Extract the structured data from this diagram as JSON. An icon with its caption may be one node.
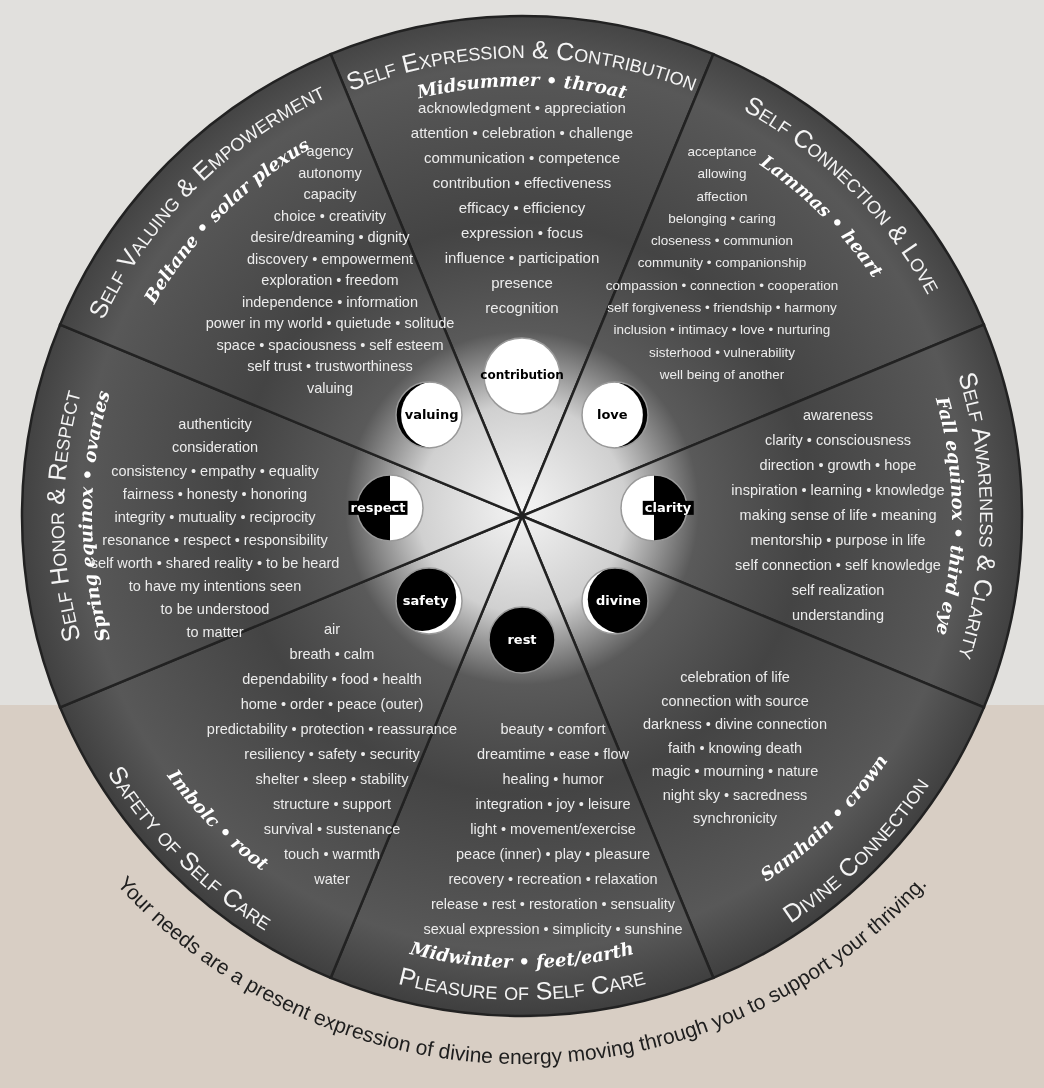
{
  "diagram": {
    "caption": "Your needs are a present expression of divine energy moving through you to support your thriving.",
    "nodes": [
      {
        "text": [
          "Self Expression & Contribution",
          "Midsummer • throat",
          "acknowledgment • appreciation",
          "attention • celebration • challenge",
          "communication • competence",
          "contribution • effectiveness",
          "efficacy • efficiency",
          "expression • focus",
          "influence • participation",
          "presence",
          "recognition"
        ]
      },
      {
        "text": [
          "Self Connection & Love",
          "Lammas • heart",
          "acceptance",
          "allowing",
          "affection",
          "belonging • caring",
          "closeness • communion",
          "community • companionship",
          "compassion • connection • cooperation",
          "self forgiveness • friendship • harmony",
          "inclusion • intimacy • love • nurturing",
          "sisterhood • vulnerability",
          "well being of another"
        ]
      },
      {
        "text": [
          "Self Awareness & Clarity",
          "Fall equinox • third eye",
          "awareness",
          "clarity • consciousness",
          "direction • growth • hope",
          "inspiration • learning • knowledge",
          "making sense of life • meaning",
          "mentorship • purpose in life",
          "self connection • self knowledge",
          "self realization",
          "understanding"
        ]
      },
      {
        "text": [
          "Divine Connection",
          "Samhain • crown",
          "celebration of life",
          "connection with source",
          "darkness • divine connection",
          "faith • knowing death",
          "magic • mourning • nature",
          "night sky • sacredness",
          "synchronicity"
        ]
      },
      {
        "text": [
          "Pleasure of Self Care",
          "Midwinter • feet/earth",
          "beauty • comfort",
          "dreamtime • ease • flow",
          "healing • humor",
          "integration • joy • leisure",
          "light • movement/exercise",
          "peace (inner) • play • pleasure",
          "recovery • recreation • relaxation",
          "release • rest • restoration • sensuality",
          "sexual expression • simplicity • sunshine"
        ]
      },
      {
        "text": [
          "Safety of Self Care",
          "Imbolc • root",
          "air",
          "breath • calm",
          "dependability • food • health",
          "home • order • peace (outer)",
          "predictability • protection • reassurance",
          "resiliency • safety • security",
          "shelter • sleep • stability",
          "structure • support",
          "survival • sustenance",
          "touch • warmth",
          "water"
        ]
      },
      {
        "text": [
          "Self Honor & Respect",
          "Spring equinox • ovaries",
          "authenticity",
          "consideration",
          "consistency • empathy • equality",
          "fairness • honesty • honoring",
          "integrity • mutuality • reciprocity",
          "resonance • respect • responsibility",
          "self worth • shared reality • to be heard",
          "to have my intentions seen",
          "to be understood",
          "to matter"
        ]
      },
      {
        "text": [
          "Self Valuing & Empowerment",
          "Beltane • solar plexus",
          "agency",
          "autonomy",
          "capacity",
          "choice • creativity",
          "desire/dreaming • dignity",
          "discovery • empowerment",
          "exploration • freedom",
          "independence • information",
          "power in my world • quietude • solitude",
          "space • spaciousness • self esteem",
          "self trust • trustworthiness",
          "valuing"
        ]
      },
      {
        "text": [
          "contribution"
        ],
        "in": 0
      },
      {
        "text": [
          "love"
        ],
        "in": 1
      },
      {
        "text": [
          "clarity"
        ],
        "in": 2
      },
      {
        "text": [
          "divine"
        ],
        "in": 3
      },
      {
        "text": [
          "rest"
        ],
        "in": 4
      },
      {
        "text": [
          "safety"
        ],
        "in": 5
      },
      {
        "text": [
          "respect"
        ],
        "in": 6
      },
      {
        "text": [
          "valuing"
        ],
        "in": 7
      }
    ]
  }
}
